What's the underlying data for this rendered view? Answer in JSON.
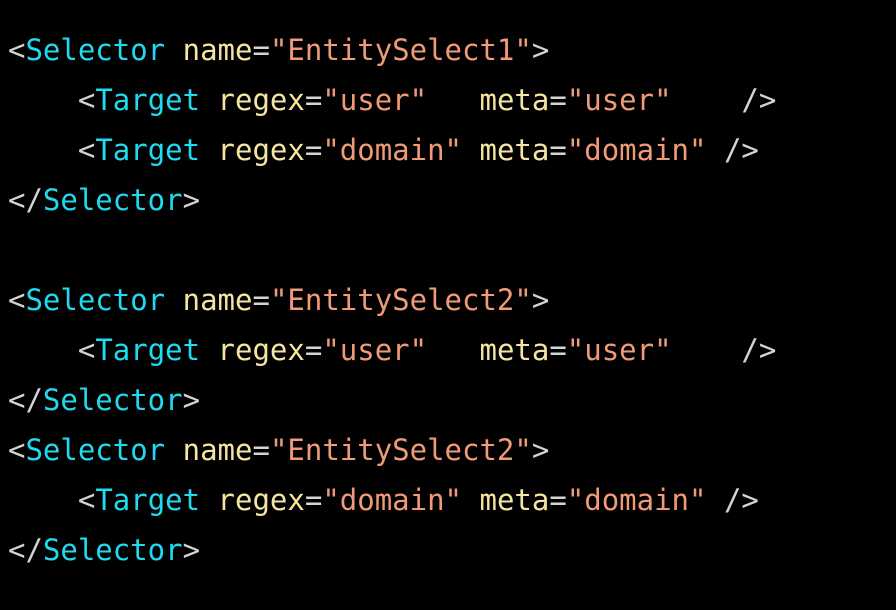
{
  "colors": {
    "background": "#000000",
    "punctuation": "#d4d4d4",
    "tag": "#1edbf0",
    "attribute": "#f5e5a0",
    "string": "#f09a78"
  },
  "code": {
    "lines": [
      [
        {
          "t": "punct",
          "v": "<"
        },
        {
          "t": "tag",
          "v": "Selector"
        },
        {
          "t": "punct",
          "v": " "
        },
        {
          "t": "attr",
          "v": "name"
        },
        {
          "t": "punct",
          "v": "="
        },
        {
          "t": "str",
          "v": "\"EntitySelect1\""
        },
        {
          "t": "punct",
          "v": ">"
        }
      ],
      [
        {
          "t": "punct",
          "v": "    <"
        },
        {
          "t": "tag",
          "v": "Target"
        },
        {
          "t": "punct",
          "v": " "
        },
        {
          "t": "attr",
          "v": "regex"
        },
        {
          "t": "punct",
          "v": "="
        },
        {
          "t": "str",
          "v": "\"user\""
        },
        {
          "t": "punct",
          "v": "   "
        },
        {
          "t": "attr",
          "v": "meta"
        },
        {
          "t": "punct",
          "v": "="
        },
        {
          "t": "str",
          "v": "\"user\""
        },
        {
          "t": "punct",
          "v": "    />"
        }
      ],
      [
        {
          "t": "punct",
          "v": "    <"
        },
        {
          "t": "tag",
          "v": "Target"
        },
        {
          "t": "punct",
          "v": " "
        },
        {
          "t": "attr",
          "v": "regex"
        },
        {
          "t": "punct",
          "v": "="
        },
        {
          "t": "str",
          "v": "\"domain\""
        },
        {
          "t": "punct",
          "v": " "
        },
        {
          "t": "attr",
          "v": "meta"
        },
        {
          "t": "punct",
          "v": "="
        },
        {
          "t": "str",
          "v": "\"domain\""
        },
        {
          "t": "punct",
          "v": " />"
        }
      ],
      [
        {
          "t": "punct",
          "v": "</"
        },
        {
          "t": "tag",
          "v": "Selector"
        },
        {
          "t": "punct",
          "v": ">"
        }
      ],
      [],
      [
        {
          "t": "punct",
          "v": "<"
        },
        {
          "t": "tag",
          "v": "Selector"
        },
        {
          "t": "punct",
          "v": " "
        },
        {
          "t": "attr",
          "v": "name"
        },
        {
          "t": "punct",
          "v": "="
        },
        {
          "t": "str",
          "v": "\"EntitySelect2\""
        },
        {
          "t": "punct",
          "v": ">"
        }
      ],
      [
        {
          "t": "punct",
          "v": "    <"
        },
        {
          "t": "tag",
          "v": "Target"
        },
        {
          "t": "punct",
          "v": " "
        },
        {
          "t": "attr",
          "v": "regex"
        },
        {
          "t": "punct",
          "v": "="
        },
        {
          "t": "str",
          "v": "\"user\""
        },
        {
          "t": "punct",
          "v": "   "
        },
        {
          "t": "attr",
          "v": "meta"
        },
        {
          "t": "punct",
          "v": "="
        },
        {
          "t": "str",
          "v": "\"user\""
        },
        {
          "t": "punct",
          "v": "    />"
        }
      ],
      [
        {
          "t": "punct",
          "v": "</"
        },
        {
          "t": "tag",
          "v": "Selector"
        },
        {
          "t": "punct",
          "v": ">"
        }
      ],
      [
        {
          "t": "punct",
          "v": "<"
        },
        {
          "t": "tag",
          "v": "Selector"
        },
        {
          "t": "punct",
          "v": " "
        },
        {
          "t": "attr",
          "v": "name"
        },
        {
          "t": "punct",
          "v": "="
        },
        {
          "t": "str",
          "v": "\"EntitySelect2\""
        },
        {
          "t": "punct",
          "v": ">"
        }
      ],
      [
        {
          "t": "punct",
          "v": "    <"
        },
        {
          "t": "tag",
          "v": "Target"
        },
        {
          "t": "punct",
          "v": " "
        },
        {
          "t": "attr",
          "v": "regex"
        },
        {
          "t": "punct",
          "v": "="
        },
        {
          "t": "str",
          "v": "\"domain\""
        },
        {
          "t": "punct",
          "v": " "
        },
        {
          "t": "attr",
          "v": "meta"
        },
        {
          "t": "punct",
          "v": "="
        },
        {
          "t": "str",
          "v": "\"domain\""
        },
        {
          "t": "punct",
          "v": " />"
        }
      ],
      [
        {
          "t": "punct",
          "v": "</"
        },
        {
          "t": "tag",
          "v": "Selector"
        },
        {
          "t": "punct",
          "v": ">"
        }
      ]
    ]
  }
}
